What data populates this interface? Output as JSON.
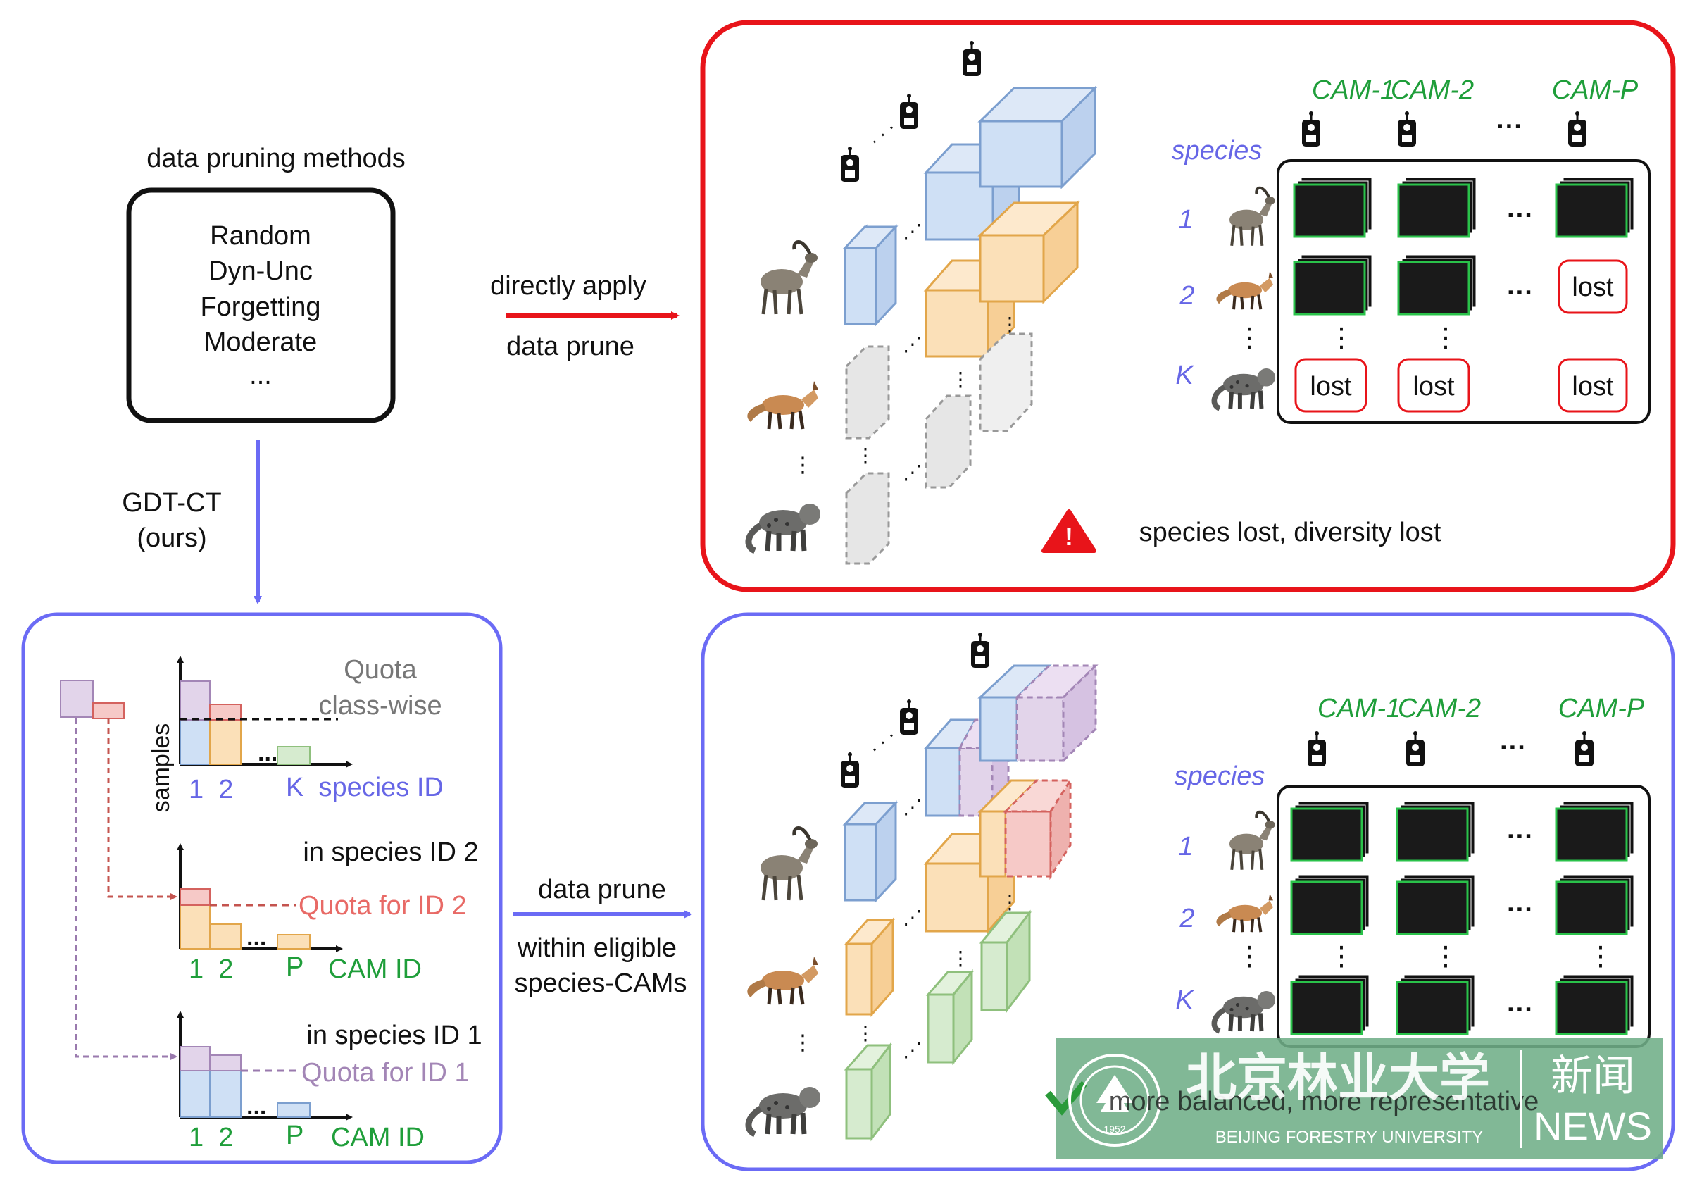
{
  "methods": {
    "heading": "data pruning methods",
    "items": [
      "Random",
      "Dyn-Unc",
      "Forgetting",
      "Moderate",
      "..."
    ]
  },
  "arrows": {
    "direct_top": "directly apply",
    "direct_bottom": "data prune",
    "gdt_line1": "GDT-CT",
    "gdt_line2": "(ours)",
    "prune_top": "data prune",
    "prune_mid": "within eligible",
    "prune_bottom": "species-CAMs"
  },
  "top_panel": {
    "species_label": "species",
    "cams": [
      "CAM-1",
      "CAM-2",
      "CAM-P"
    ],
    "rows": [
      "1",
      "2",
      "K"
    ],
    "lost": "lost",
    "warning": "species lost, diversity lost"
  },
  "bottom_panel": {
    "species_label": "species",
    "cams": [
      "CAM-1",
      "CAM-2",
      "CAM-P"
    ],
    "rows": [
      "1",
      "2",
      "K"
    ],
    "message": "more balanced, more representative"
  },
  "quota_panel": {
    "quota_l1": "Quota",
    "quota_l2": "class-wise",
    "samples": "samples",
    "ticks_12": "1  2",
    "k_species": "K  species ID",
    "in_species_2": "in species ID 2",
    "quota_id2": "Quota for ID 2",
    "p_label": "P",
    "cam_id": "CAM ID",
    "in_species_1": "in species ID 1",
    "quota_id1": "Quota for ID 1"
  },
  "watermark": {
    "cn_name": "北京林业大学",
    "cn_news": "新闻",
    "en_name": "BEIJING FORESTRY UNIVERSITY",
    "en_news": "NEWS",
    "seal_year": "1952"
  },
  "colors": {
    "red": "#e8141a",
    "blue_border": "#6b6bf5",
    "green_text": "#1f9e3a",
    "species_text": "#6666e6",
    "blue_fill": "#cfe0f5",
    "blue_stroke": "#7c9fcf",
    "orange_fill": "#fbe0b8",
    "orange_stroke": "#e2a64a",
    "gray_fill": "#e6e6e6",
    "purple_fill": "#e2d4ea",
    "purple_stroke": "#a386b6",
    "pink_fill": "#f6c9c7",
    "pink_stroke": "#d4625e",
    "green_fill": "#d6ebcf",
    "green_stroke": "#8fc07d",
    "watermark_bg": "#6fae88"
  }
}
